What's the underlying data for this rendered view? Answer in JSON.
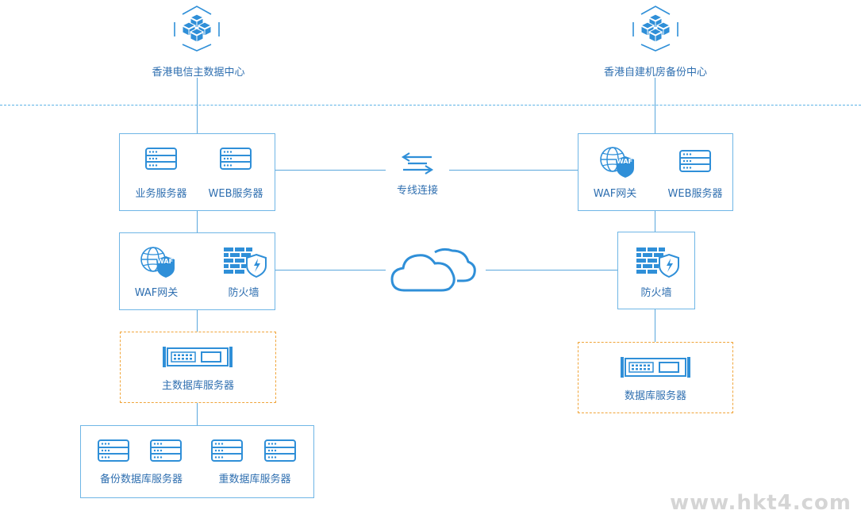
{
  "centers": {
    "main": "香港电信主数据中心",
    "backup": "香港自建机房备份中心"
  },
  "left": {
    "biz_server": "业务服务器",
    "web_server": "WEB服务器",
    "waf": "WAF网关",
    "firewall": "防火墙",
    "main_db": "主数据库服务器",
    "backup_db": "备份数据库服务器",
    "heavy_db": "重数据库服务器"
  },
  "right": {
    "waf": "WAF网关",
    "web_server": "WEB服务器",
    "firewall": "防火墙",
    "db": "数据库服务器"
  },
  "links": {
    "dedicated": "专线连接"
  },
  "icon_labels": {
    "waf_badge": "WAF"
  },
  "watermark": "www.hkt4.com",
  "colors": {
    "primary": "#2f8fd8",
    "line": "#5aa7dc",
    "box_border": "#6fb6e6",
    "db_border": "#f0a53a"
  }
}
